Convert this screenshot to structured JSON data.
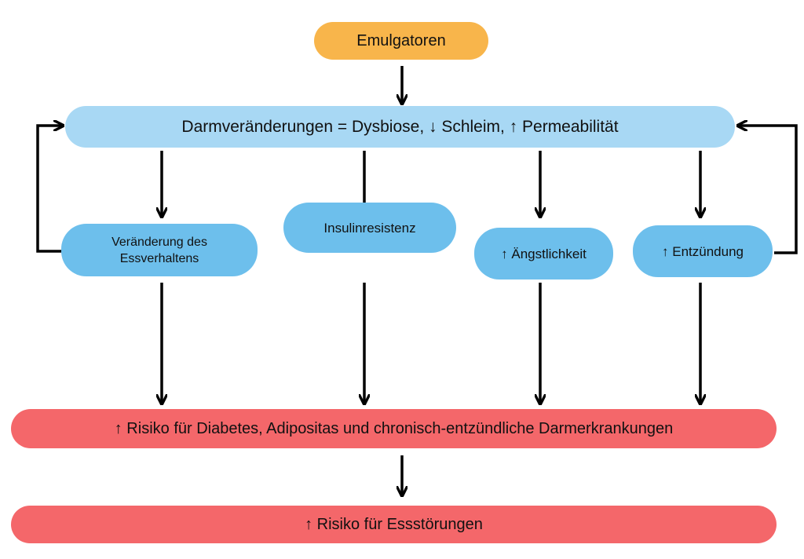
{
  "colors": {
    "orange": "#F8B54B",
    "top_blue": "#A8D8F4",
    "mid_blue": "#6DBFEC",
    "red": "#F4676A",
    "arrow": "#000000"
  },
  "nodes": {
    "emulgatoren": "Emulgatoren",
    "darm": "Darmveränderungen = Dysbiose, ↓ Schleim, ↑ Permeabilität",
    "essverhalten_line1": "Veränderung des",
    "essverhalten_line2": "Essverhaltens",
    "insulin": "Insulinresistenz",
    "aengstlichkeit": "↑ Ängstlichkeit",
    "entzuendung": "↑ Entzündung",
    "risiko_krankheiten": "↑ Risiko für Diabetes, Adipositas und chronisch-entzündliche Darmerkrankungen",
    "risiko_essstoerungen": "↑ Risiko für Essstörungen"
  }
}
